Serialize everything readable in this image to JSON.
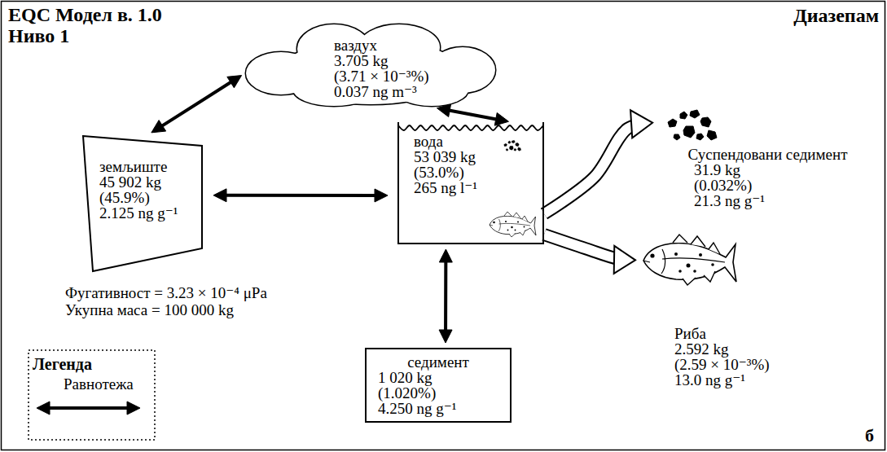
{
  "diagram": {
    "title": "EQC Модел в. 1.0",
    "nodes": [
      {
        "text": [
          "ваздух",
          "3.705 kg",
          "(3.71 × 10⁻³%)",
          "0.037 ng m⁻³"
        ]
      },
      {
        "text": [
          "земљиште",
          "45 902 kg",
          "(45.9%)",
          "2.125 ng g⁻¹"
        ]
      },
      {
        "text": [
          "вода",
          "53 039 kg",
          "(53.0%)",
          "265 ng l⁻¹"
        ]
      },
      {
        "text": [
          "Суспендовани седимент",
          "31.9 kg",
          "(0.032%)",
          "21.3 ng g⁻¹"
        ]
      },
      {
        "text": [
          "Риба",
          "2.592 kg",
          "(2.59 × 10⁻³%)",
          "13.0 ng g⁻¹"
        ]
      },
      {
        "text": [
          "седимент",
          "1 020 kg",
          "(1.020%)",
          "4.250 ng g⁻¹"
        ]
      }
    ],
    "edges": [
      {
        "from": 0,
        "to": 1,
        "arrow": "both"
      },
      {
        "from": 0,
        "to": 2,
        "arrow": "both"
      },
      {
        "from": 1,
        "to": 2,
        "arrow": "both"
      },
      {
        "from": 2,
        "to": 3,
        "arrow": "to"
      },
      {
        "from": 2,
        "to": 4,
        "arrow": "to"
      },
      {
        "from": 2,
        "to": 5,
        "arrow": "both"
      }
    ],
    "labels": [
      "Ниво 1",
      "Диазепам",
      "Фугативност = 3.23 × 10⁻⁴ μPa",
      "Укупна маса = 100 000 kg",
      "Легенда",
      "б"
    ],
    "legend": [
      {
        "text": "Равнотежа"
      }
    ]
  }
}
